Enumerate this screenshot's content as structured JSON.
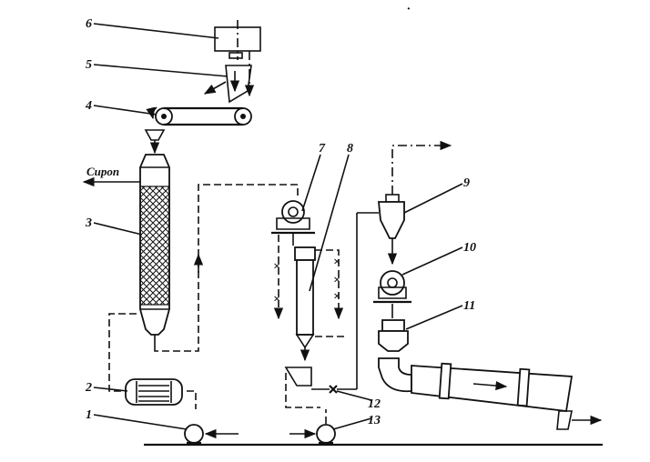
{
  "labels": {
    "syrup": "Сироп",
    "n1": "1",
    "n2": "2",
    "n3": "3",
    "n4": "4",
    "n5": "5",
    "n6": "6",
    "n7": "7",
    "n8": "8",
    "n9": "9",
    "n10": "10",
    "n11": "11",
    "n12": "12",
    "n13": "13"
  },
  "top_mark": "·"
}
